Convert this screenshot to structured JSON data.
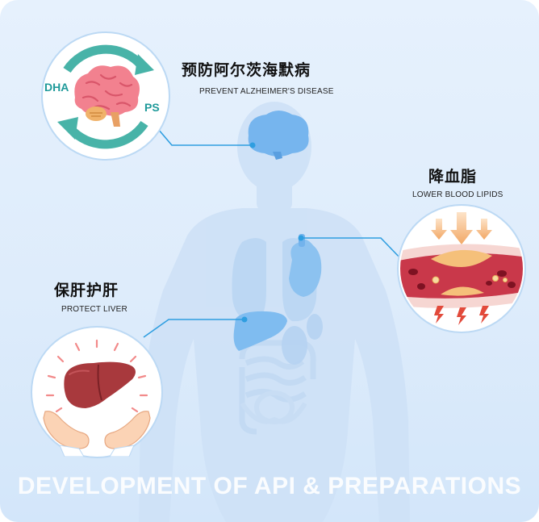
{
  "sections": {
    "brain": {
      "title": "预防阿尔茨海默病",
      "subtitle": "PREVENT ALZHEIMER'S DISEASE",
      "labels": {
        "left": "DHA",
        "right": "PS"
      }
    },
    "lipid": {
      "title": "降血脂",
      "subtitle": "LOWER BLOOD LIPIDS"
    },
    "liver": {
      "title": "保肝护肝",
      "subtitle": "PROTECT LIVER"
    }
  },
  "footer": "DEVELOPMENT OF API & PREPARATIONS",
  "colors": {
    "background": "#deecfb",
    "connector": "#2f9ee0",
    "cycle_arrow": "#48b3a8",
    "brain": "#f2818f",
    "liver": "#a8393d",
    "plaque": "#f5c07a",
    "vessel_wall": "#f6d6d2"
  },
  "icons": [
    "brain-icon",
    "cycle-arrows-icon",
    "liver-icon",
    "hands-icon",
    "blood-vessel-icon",
    "down-arrow-icon",
    "lightning-icon",
    "human-silhouette"
  ]
}
